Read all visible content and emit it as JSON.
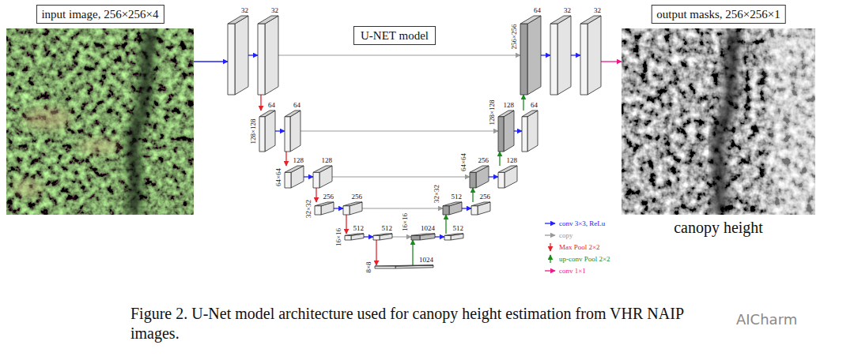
{
  "diagram": {
    "caption": "Figure 2. U-Net model architecture used for canopy height estimation from VHR NAIP images.",
    "nodes": [
      {
        "text": [
          "input image, 256×256×4"
        ]
      },
      {
        "text": [
          "U-NET model"
        ]
      },
      {
        "text": [
          "32"
        ]
      },
      {
        "text": [
          "32"
        ]
      },
      {
        "text": [
          "64"
        ]
      },
      {
        "text": [
          "64"
        ]
      },
      {
        "text": [
          "128"
        ]
      },
      {
        "text": [
          "128"
        ]
      },
      {
        "text": [
          "256"
        ]
      },
      {
        "text": [
          "256"
        ]
      },
      {
        "text": [
          "512"
        ]
      },
      {
        "text": [
          "512"
        ]
      },
      {
        "text": [
          "1024"
        ]
      },
      {
        "text": [
          "1024"
        ]
      },
      {
        "text": [
          "512"
        ]
      },
      {
        "text": [
          "512"
        ]
      },
      {
        "text": [
          "256"
        ]
      },
      {
        "text": [
          "256"
        ]
      },
      {
        "text": [
          "128"
        ]
      },
      {
        "text": [
          "128"
        ]
      },
      {
        "text": [
          "64"
        ]
      },
      {
        "text": [
          "64"
        ]
      },
      {
        "text": [
          "32"
        ]
      },
      {
        "text": [
          "32"
        ]
      },
      {
        "text": [
          "output masks, 256×256×1",
          "canopy height"
        ]
      }
    ],
    "edges": [
      {
        "from": 0,
        "to": 2,
        "arrow": "to"
      },
      {
        "from": 2,
        "to": 3,
        "arrow": "to"
      },
      {
        "from": 3,
        "to": 4,
        "arrow": "to"
      },
      {
        "from": 4,
        "to": 5,
        "arrow": "to"
      },
      {
        "from": 5,
        "to": 6,
        "arrow": "to"
      },
      {
        "from": 6,
        "to": 7,
        "arrow": "to"
      },
      {
        "from": 7,
        "to": 8,
        "arrow": "to"
      },
      {
        "from": 8,
        "to": 9,
        "arrow": "to"
      },
      {
        "from": 9,
        "to": 10,
        "arrow": "to"
      },
      {
        "from": 10,
        "to": 11,
        "arrow": "to"
      },
      {
        "from": 11,
        "to": 12,
        "arrow": "to"
      },
      {
        "from": 12,
        "to": 13,
        "arrow": "to"
      },
      {
        "from": 13,
        "to": 14,
        "arrow": "to"
      },
      {
        "from": 14,
        "to": 15,
        "arrow": "to"
      },
      {
        "from": 15,
        "to": 16,
        "arrow": "to"
      },
      {
        "from": 16,
        "to": 17,
        "arrow": "to"
      },
      {
        "from": 17,
        "to": 18,
        "arrow": "to"
      },
      {
        "from": 18,
        "to": 19,
        "arrow": "to"
      },
      {
        "from": 19,
        "to": 20,
        "arrow": "to"
      },
      {
        "from": 20,
        "to": 21,
        "arrow": "to"
      },
      {
        "from": 21,
        "to": 22,
        "arrow": "to"
      },
      {
        "from": 22,
        "to": 23,
        "arrow": "to"
      },
      {
        "from": 23,
        "to": 24,
        "arrow": "to"
      },
      {
        "from": 3,
        "to": 21,
        "arrow": "to"
      },
      {
        "from": 5,
        "to": 19,
        "arrow": "to"
      },
      {
        "from": 7,
        "to": 17,
        "arrow": "to"
      },
      {
        "from": 9,
        "to": 15,
        "arrow": "to"
      },
      {
        "from": 11,
        "to": 13,
        "arrow": "to"
      }
    ],
    "labels": [
      "128×128",
      "64×64",
      "32×32",
      "16×16",
      "8×8",
      "16×16",
      "32×32",
      "64×64",
      "128×128",
      "256×256",
      "AICharm"
    ],
    "legend": [
      {
        "text": "conv 3×3, ReLu"
      },
      {
        "text": "copy"
      },
      {
        "text": "Max Pool 2×2"
      },
      {
        "text": "up-conv Pool 2×2"
      },
      {
        "text": "conv 1×1"
      }
    ]
  }
}
